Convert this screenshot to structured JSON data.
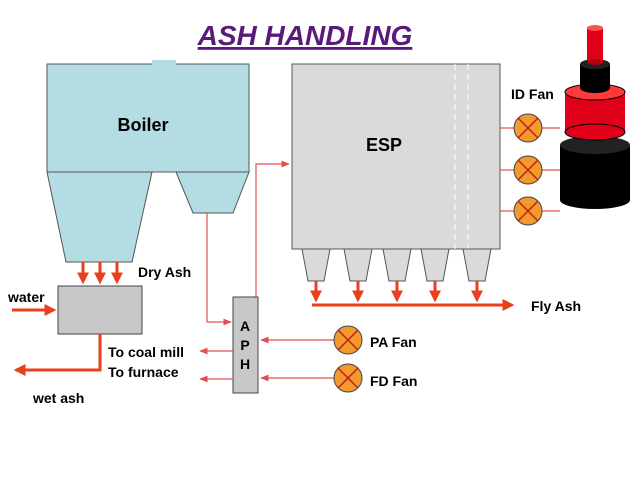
{
  "title": "ASH HANDLING",
  "labels": {
    "boiler": "Boiler",
    "esp": "ESP",
    "id_fan": "ID Fan",
    "dry_ash": "Dry Ash",
    "water": "water",
    "aph_a": "A",
    "aph_p": "P",
    "aph_h": "H",
    "to_coal_mill": "To coal mill",
    "to_furnace": "To furnace",
    "wet_ash": "wet ash",
    "pa_fan": "PA Fan",
    "fd_fan": "FD Fan",
    "fly_ash": "Fly Ash"
  },
  "colors": {
    "title": "#5a1a7a",
    "vessel_fill": "#b3dde3",
    "esp_fill": "#dadada",
    "box_fill": "#c8c8c8",
    "flow_arrow": "#e8401c",
    "thin_line": "#e05050",
    "fan_fill": "#f29a2e",
    "stack_top": "#e0001a",
    "stack_body": "#000000"
  }
}
